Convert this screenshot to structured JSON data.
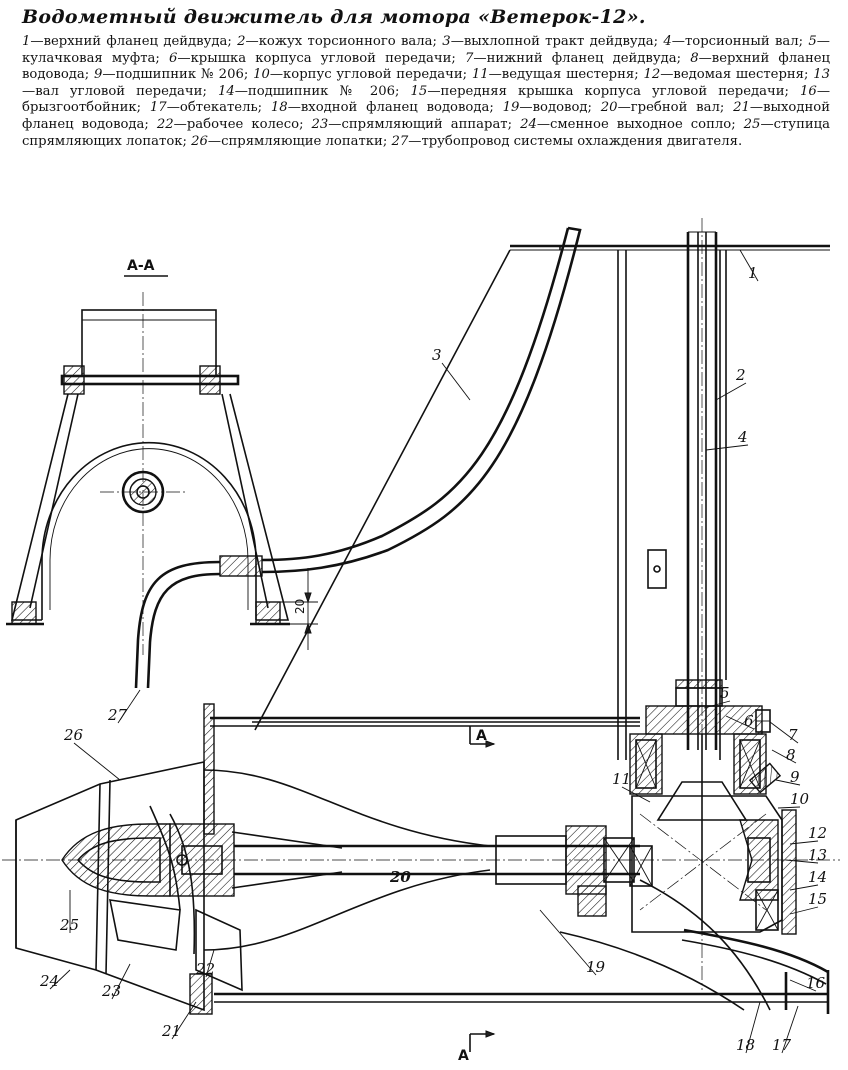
{
  "title": "Водометный движитель для мотора «Ветерок-12».",
  "legend": [
    {
      "n": "1",
      "t": "верхний фланец дейдвуда"
    },
    {
      "n": "2",
      "t": "кожух торсионного вала"
    },
    {
      "n": "3",
      "t": "выхлопной тракт дейдвуда"
    },
    {
      "n": "4",
      "t": "торсионный вал"
    },
    {
      "n": "5",
      "t": "кулачковая муфта"
    },
    {
      "n": "6",
      "t": "крышка корпуса угловой передачи"
    },
    {
      "n": "7",
      "t": "нижний фланец дейдвуда"
    },
    {
      "n": "8",
      "t": "верхний фланец водовода"
    },
    {
      "n": "9",
      "t": "подшипник № 206"
    },
    {
      "n": "10",
      "t": "корпус угловой передачи"
    },
    {
      "n": "11",
      "t": "ведущая шестерня"
    },
    {
      "n": "12",
      "t": "ведомая шестерня"
    },
    {
      "n": "13",
      "t": "вал угловой передачи"
    },
    {
      "n": "14",
      "t": "подшипник № 206"
    },
    {
      "n": "15",
      "t": "передняя крышка корпуса угловой передачи"
    },
    {
      "n": "16",
      "t": "брызгоотбойник"
    },
    {
      "n": "17",
      "t": "обтекатель"
    },
    {
      "n": "18",
      "t": "входной фланец водовода"
    },
    {
      "n": "19",
      "t": "водовод"
    },
    {
      "n": "20",
      "t": "гребной вал"
    },
    {
      "n": "21",
      "t": "выходной фланец водовода"
    },
    {
      "n": "22",
      "t": "рабочее колесо"
    },
    {
      "n": "23",
      "t": "спрямляющий аппарат"
    },
    {
      "n": "24",
      "t": "сменное выходное сопло"
    },
    {
      "n": "25",
      "t": "ступица спрямляющих лопаток"
    },
    {
      "n": "26",
      "t": "спрямляющие лопатки"
    },
    {
      "n": "27",
      "t": "трубопровод системы охлаждения двигателя"
    }
  ],
  "drawing": {
    "section_title": "А-А",
    "section_mark": "А",
    "dimension_value": "20",
    "shaft_mark": "20",
    "labels": [
      "1",
      "2",
      "3",
      "4",
      "5",
      "6",
      "7",
      "8",
      "9",
      "10",
      "11",
      "12",
      "13",
      "14",
      "15",
      "16",
      "17",
      "18",
      "19",
      "21",
      "22",
      "23",
      "24",
      "25",
      "26",
      "27"
    ]
  }
}
